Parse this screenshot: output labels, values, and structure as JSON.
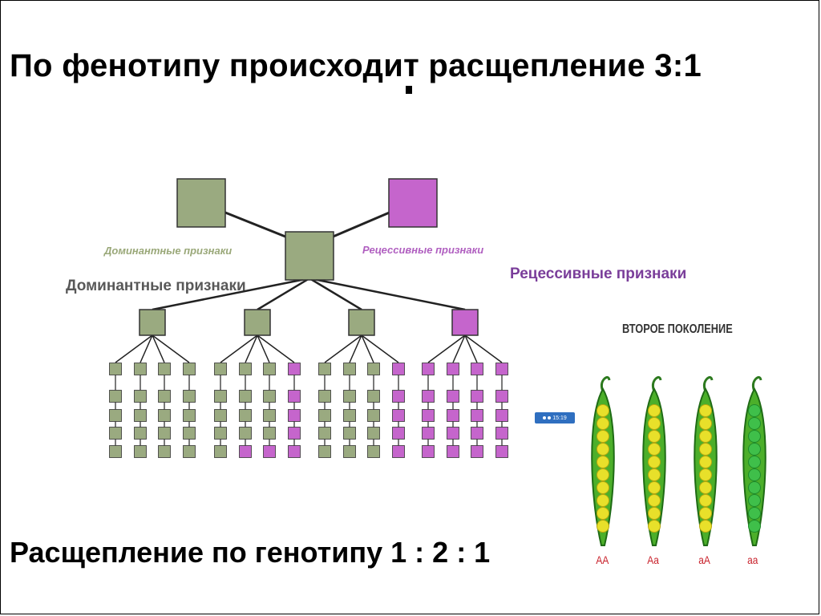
{
  "title": "По фенотипу происходит расщепление  3:1",
  "bottom_text": "Расщепление по генотипу 1 : 2 : 1",
  "labels": {
    "dominant_small": "Доминантные признаки",
    "recessive_small": "Рецессивные признаки",
    "dominant_big": "Доминантные признаки",
    "recessive_big": "Рецессивные признаки"
  },
  "second_generation": "ВТОРОЕ ПОКОЛЕНИЕ",
  "taskbar_time": "15:19",
  "colors": {
    "dominant": "#9aaa80",
    "recessive": "#c565cc",
    "line": "#222222",
    "pod_green": "#4caf2a",
    "pea_yellow": "#e8e02a",
    "pea_green": "#3fbf4a",
    "pod_label": "#c8202a"
  },
  "tree": {
    "parents": [
      "dominant",
      "recessive"
    ],
    "f1": "dominant",
    "f2": [
      "dominant",
      "dominant",
      "dominant",
      "recessive"
    ],
    "f3_groups": [
      {
        "columns": [
          [
            "dominant",
            "dominant",
            "dominant",
            "dominant",
            "dominant"
          ],
          [
            "dominant",
            "dominant",
            "dominant",
            "dominant",
            "dominant"
          ],
          [
            "dominant",
            "dominant",
            "dominant",
            "dominant",
            "dominant"
          ],
          [
            "dominant",
            "dominant",
            "dominant",
            "dominant",
            "dominant"
          ]
        ]
      },
      {
        "columns": [
          [
            "dominant",
            "dominant",
            "dominant",
            "dominant",
            "dominant"
          ],
          [
            "dominant",
            "dominant",
            "dominant",
            "dominant",
            "recessive"
          ],
          [
            "dominant",
            "dominant",
            "dominant",
            "dominant",
            "recessive"
          ],
          [
            "recessive",
            "recessive",
            "recessive",
            "recessive",
            "recessive"
          ]
        ]
      },
      {
        "columns": [
          [
            "dominant",
            "dominant",
            "dominant",
            "dominant",
            "dominant"
          ],
          [
            "dominant",
            "dominant",
            "dominant",
            "dominant",
            "dominant"
          ],
          [
            "dominant",
            "dominant",
            "dominant",
            "dominant",
            "dominant"
          ],
          [
            "recessive",
            "recessive",
            "recessive",
            "recessive",
            "recessive"
          ]
        ]
      },
      {
        "columns": [
          [
            "recessive",
            "recessive",
            "recessive",
            "recessive",
            "recessive"
          ],
          [
            "recessive",
            "recessive",
            "recessive",
            "recessive",
            "recessive"
          ],
          [
            "recessive",
            "recessive",
            "recessive",
            "recessive",
            "recessive"
          ],
          [
            "recessive",
            "recessive",
            "recessive",
            "recessive",
            "recessive"
          ]
        ]
      }
    ]
  },
  "pods": [
    {
      "label": "AA",
      "peas": [
        "yellow",
        "yellow",
        "yellow",
        "yellow",
        "yellow",
        "yellow",
        "yellow",
        "yellow",
        "yellow",
        "yellow"
      ]
    },
    {
      "label": "Aa",
      "peas": [
        "yellow",
        "yellow",
        "yellow",
        "yellow",
        "yellow",
        "yellow",
        "yellow",
        "yellow",
        "yellow",
        "yellow"
      ]
    },
    {
      "label": "aA",
      "peas": [
        "yellow",
        "yellow",
        "yellow",
        "yellow",
        "yellow",
        "yellow",
        "yellow",
        "yellow",
        "yellow",
        "yellow"
      ]
    },
    {
      "label": "aa",
      "peas": [
        "green",
        "green",
        "green",
        "green",
        "green",
        "green",
        "green",
        "green",
        "green",
        "green"
      ]
    }
  ]
}
